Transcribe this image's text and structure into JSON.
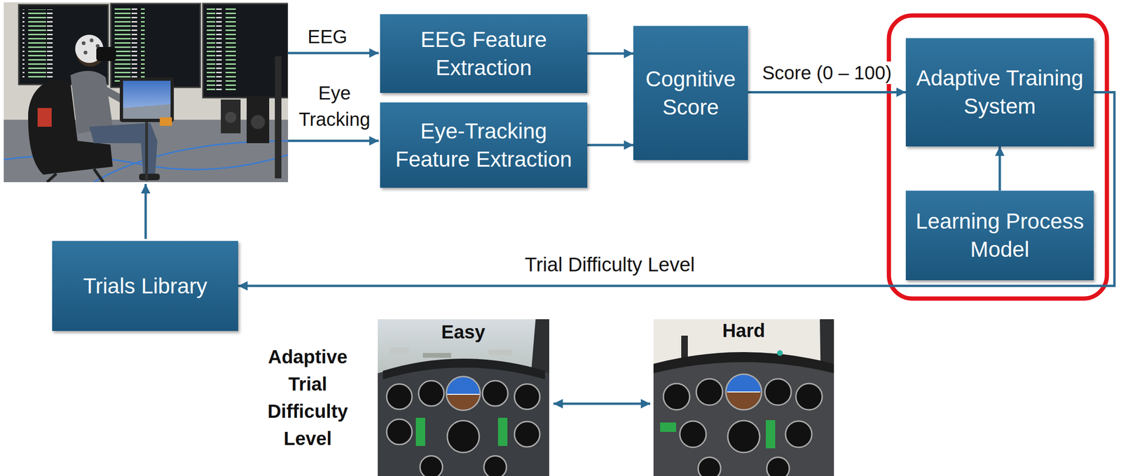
{
  "diagram": {
    "nodes": [
      {
        "text": [
          "EEG Feature Extraction"
        ]
      },
      {
        "text": [
          "Eye-Tracking Feature Extraction"
        ]
      },
      {
        "text": [
          "Cognitive Score"
        ]
      },
      {
        "text": [
          "Adaptive Training System"
        ]
      },
      {
        "text": [
          "Learning Process Model"
        ]
      },
      {
        "text": [
          "Trials Library"
        ]
      }
    ],
    "edges": [
      {
        "from": 0,
        "to": 2,
        "arrow": "to"
      },
      {
        "from": 1,
        "to": 2,
        "arrow": "to"
      },
      {
        "from": 2,
        "to": 3,
        "label": "Score (0 – 100)",
        "arrow": "to"
      },
      {
        "from": 4,
        "to": 3,
        "arrow": "to"
      },
      {
        "from": 3,
        "to": 5,
        "label": "Trial Difficulty Level",
        "arrow": "to"
      }
    ],
    "labels": [
      "EEG",
      "Eye Tracking",
      "Adaptive Trial Difficulty Level",
      "Easy",
      "Hard"
    ]
  }
}
